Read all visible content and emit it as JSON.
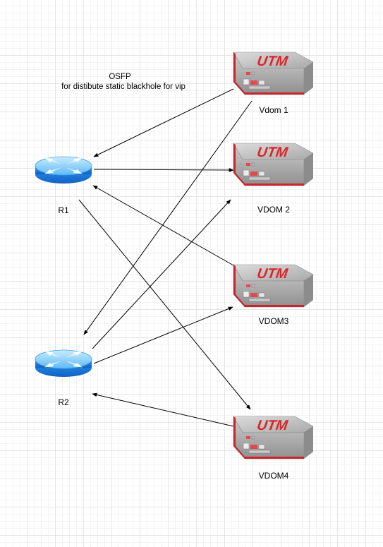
{
  "annotation": {
    "line1": "OSFP",
    "line2": "for distibute static blackhole for vip"
  },
  "routers": [
    {
      "id": "r1",
      "label": "R1",
      "icon": "router-icon"
    },
    {
      "id": "r2",
      "label": "R2",
      "icon": "router-icon"
    }
  ],
  "firewalls": [
    {
      "id": "vdom1",
      "label": "Vdom 1",
      "badge": "UTM",
      "icon": "utm-firewall-icon"
    },
    {
      "id": "vdom2",
      "label": "VDOM 2",
      "badge": "UTM",
      "icon": "utm-firewall-icon"
    },
    {
      "id": "vdom3",
      "label": "VDOM3",
      "badge": "UTM",
      "icon": "utm-firewall-icon"
    },
    {
      "id": "vdom4",
      "label": "VDOM4",
      "badge": "UTM",
      "icon": "utm-firewall-icon"
    }
  ],
  "connections": [
    {
      "from": "vdom1",
      "to": "r1"
    },
    {
      "from": "vdom1",
      "to": "r2"
    },
    {
      "from": "r1",
      "to": "vdom2"
    },
    {
      "from": "r2",
      "to": "vdom2"
    },
    {
      "from": "vdom3",
      "to": "r1"
    },
    {
      "from": "r2",
      "to": "vdom3"
    },
    {
      "from": "r1",
      "to": "vdom4"
    },
    {
      "from": "vdom4",
      "to": "r2"
    }
  ],
  "colors": {
    "router_blue": "#1e8fe8",
    "utm_red": "#d9262a",
    "utm_gray": "#9b9b9b",
    "edge": "#000000"
  }
}
